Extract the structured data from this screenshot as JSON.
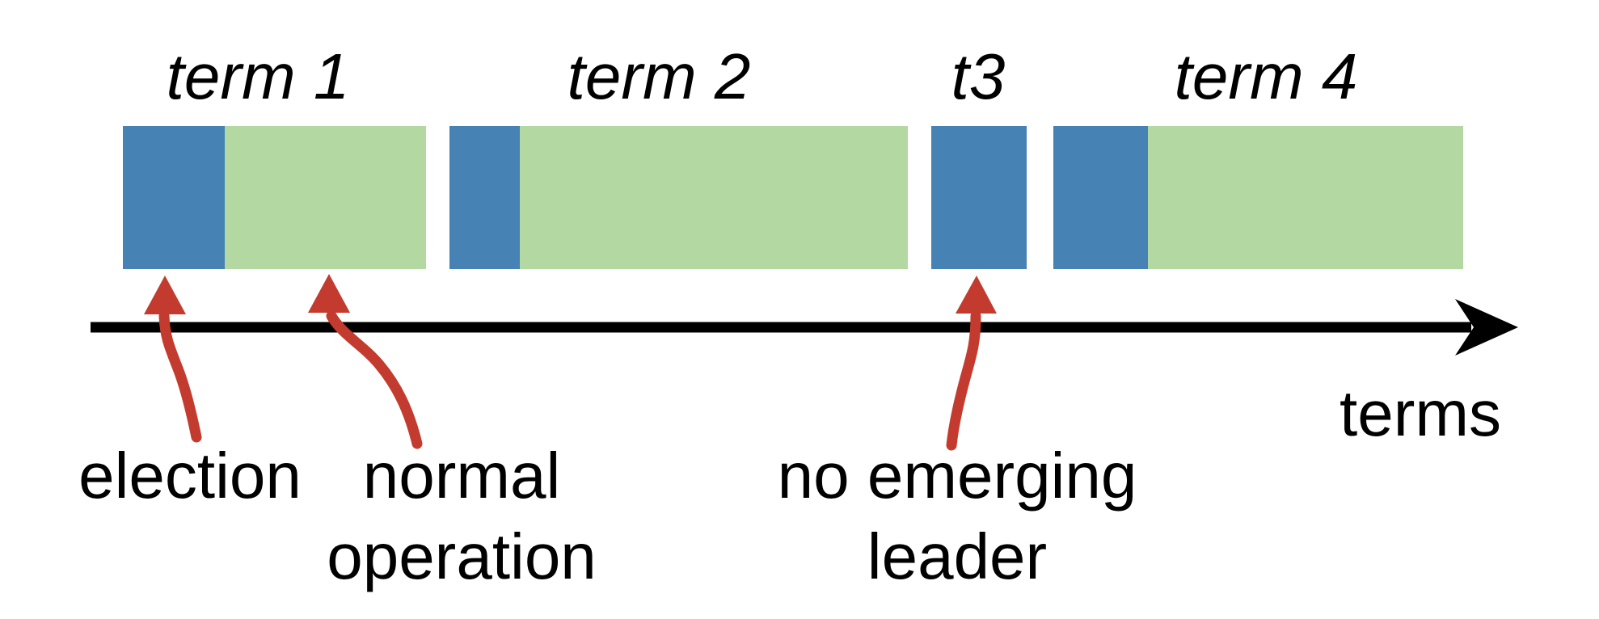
{
  "figure": {
    "title": "Raft terms timeline diagram",
    "background": "#FFFFFF"
  },
  "colors": {
    "election_blue": "#4682B4",
    "normal_operation_green": "#B3D8A2",
    "callout_red": "#C33B2E",
    "axis_black": "#000000"
  },
  "term_labels": {
    "term1": "term 1",
    "term2": "term 2",
    "term3": "t3",
    "term4": "term 4"
  },
  "axis": {
    "label": "terms"
  },
  "callouts": {
    "election": {
      "label": "election"
    },
    "normal_operation": {
      "line1": "normal",
      "line2": "operation"
    },
    "no_emerging_leader": {
      "line1": "no emerging",
      "line2": "leader"
    }
  },
  "timeline": {
    "segments": [
      {
        "term": "term 1",
        "phase": "election",
        "color": "blue"
      },
      {
        "term": "term 1",
        "phase": "normal operation",
        "color": "green"
      },
      {
        "term": "term 2",
        "phase": "election",
        "color": "blue"
      },
      {
        "term": "term 2",
        "phase": "normal operation",
        "color": "green"
      },
      {
        "term": "t3",
        "phase": "election with no emerging leader",
        "color": "blue"
      },
      {
        "term": "term 4",
        "phase": "election",
        "color": "blue"
      },
      {
        "term": "term 4",
        "phase": "normal operation",
        "color": "green"
      }
    ]
  }
}
